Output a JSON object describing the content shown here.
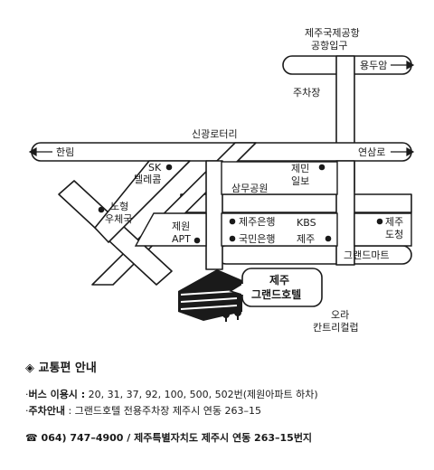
{
  "map": {
    "labels": {
      "airport_line1": "제주국제공항",
      "airport_line2": "공항입구",
      "yongduam": "용두암",
      "juchajang": "주차장",
      "hallim": "한림",
      "singwang": "신광로터리",
      "yeonsam": "연삼로",
      "sk_line1": "SK",
      "sk_line2": "텔레콤",
      "samu": "삼무공원",
      "jemin_line1": "제민",
      "jemin_line2": "일보",
      "nohyeong_line1": "노형",
      "nohyeong_line2": "우체국",
      "jewon_line1": "제원",
      "jewon_line2": "APT",
      "jeju_bank": "제주은행",
      "kookmin_bank": "국민은행",
      "kbs_line1": "KBS",
      "kbs_line2": "제주",
      "dochung_line1": "제주",
      "dochung_line2": "도청",
      "grand_mart": "그랜드마트",
      "hotel_line1": "제주",
      "hotel_line2": "그랜드호텔",
      "ora_line1": "오라",
      "ora_line2": "칸트리컬럽"
    }
  },
  "info": {
    "heading_symbol": "◈",
    "heading": "교통편 안내",
    "bus_bullet": "·",
    "bus_label": "버스 이용시 :",
    "bus_text": "20, 31, 37, 92, 100, 500, 502번(제원아파트 하차)",
    "parking_bullet": "·",
    "parking_label": "주차안내",
    "parking_text": ": 그랜드호텔 전용주차장 제주시 연동 263–15",
    "phone_icon": "☎",
    "contact": "064) 747–4900 / 제주특별자치도 제주시 연동 263–15번지"
  }
}
